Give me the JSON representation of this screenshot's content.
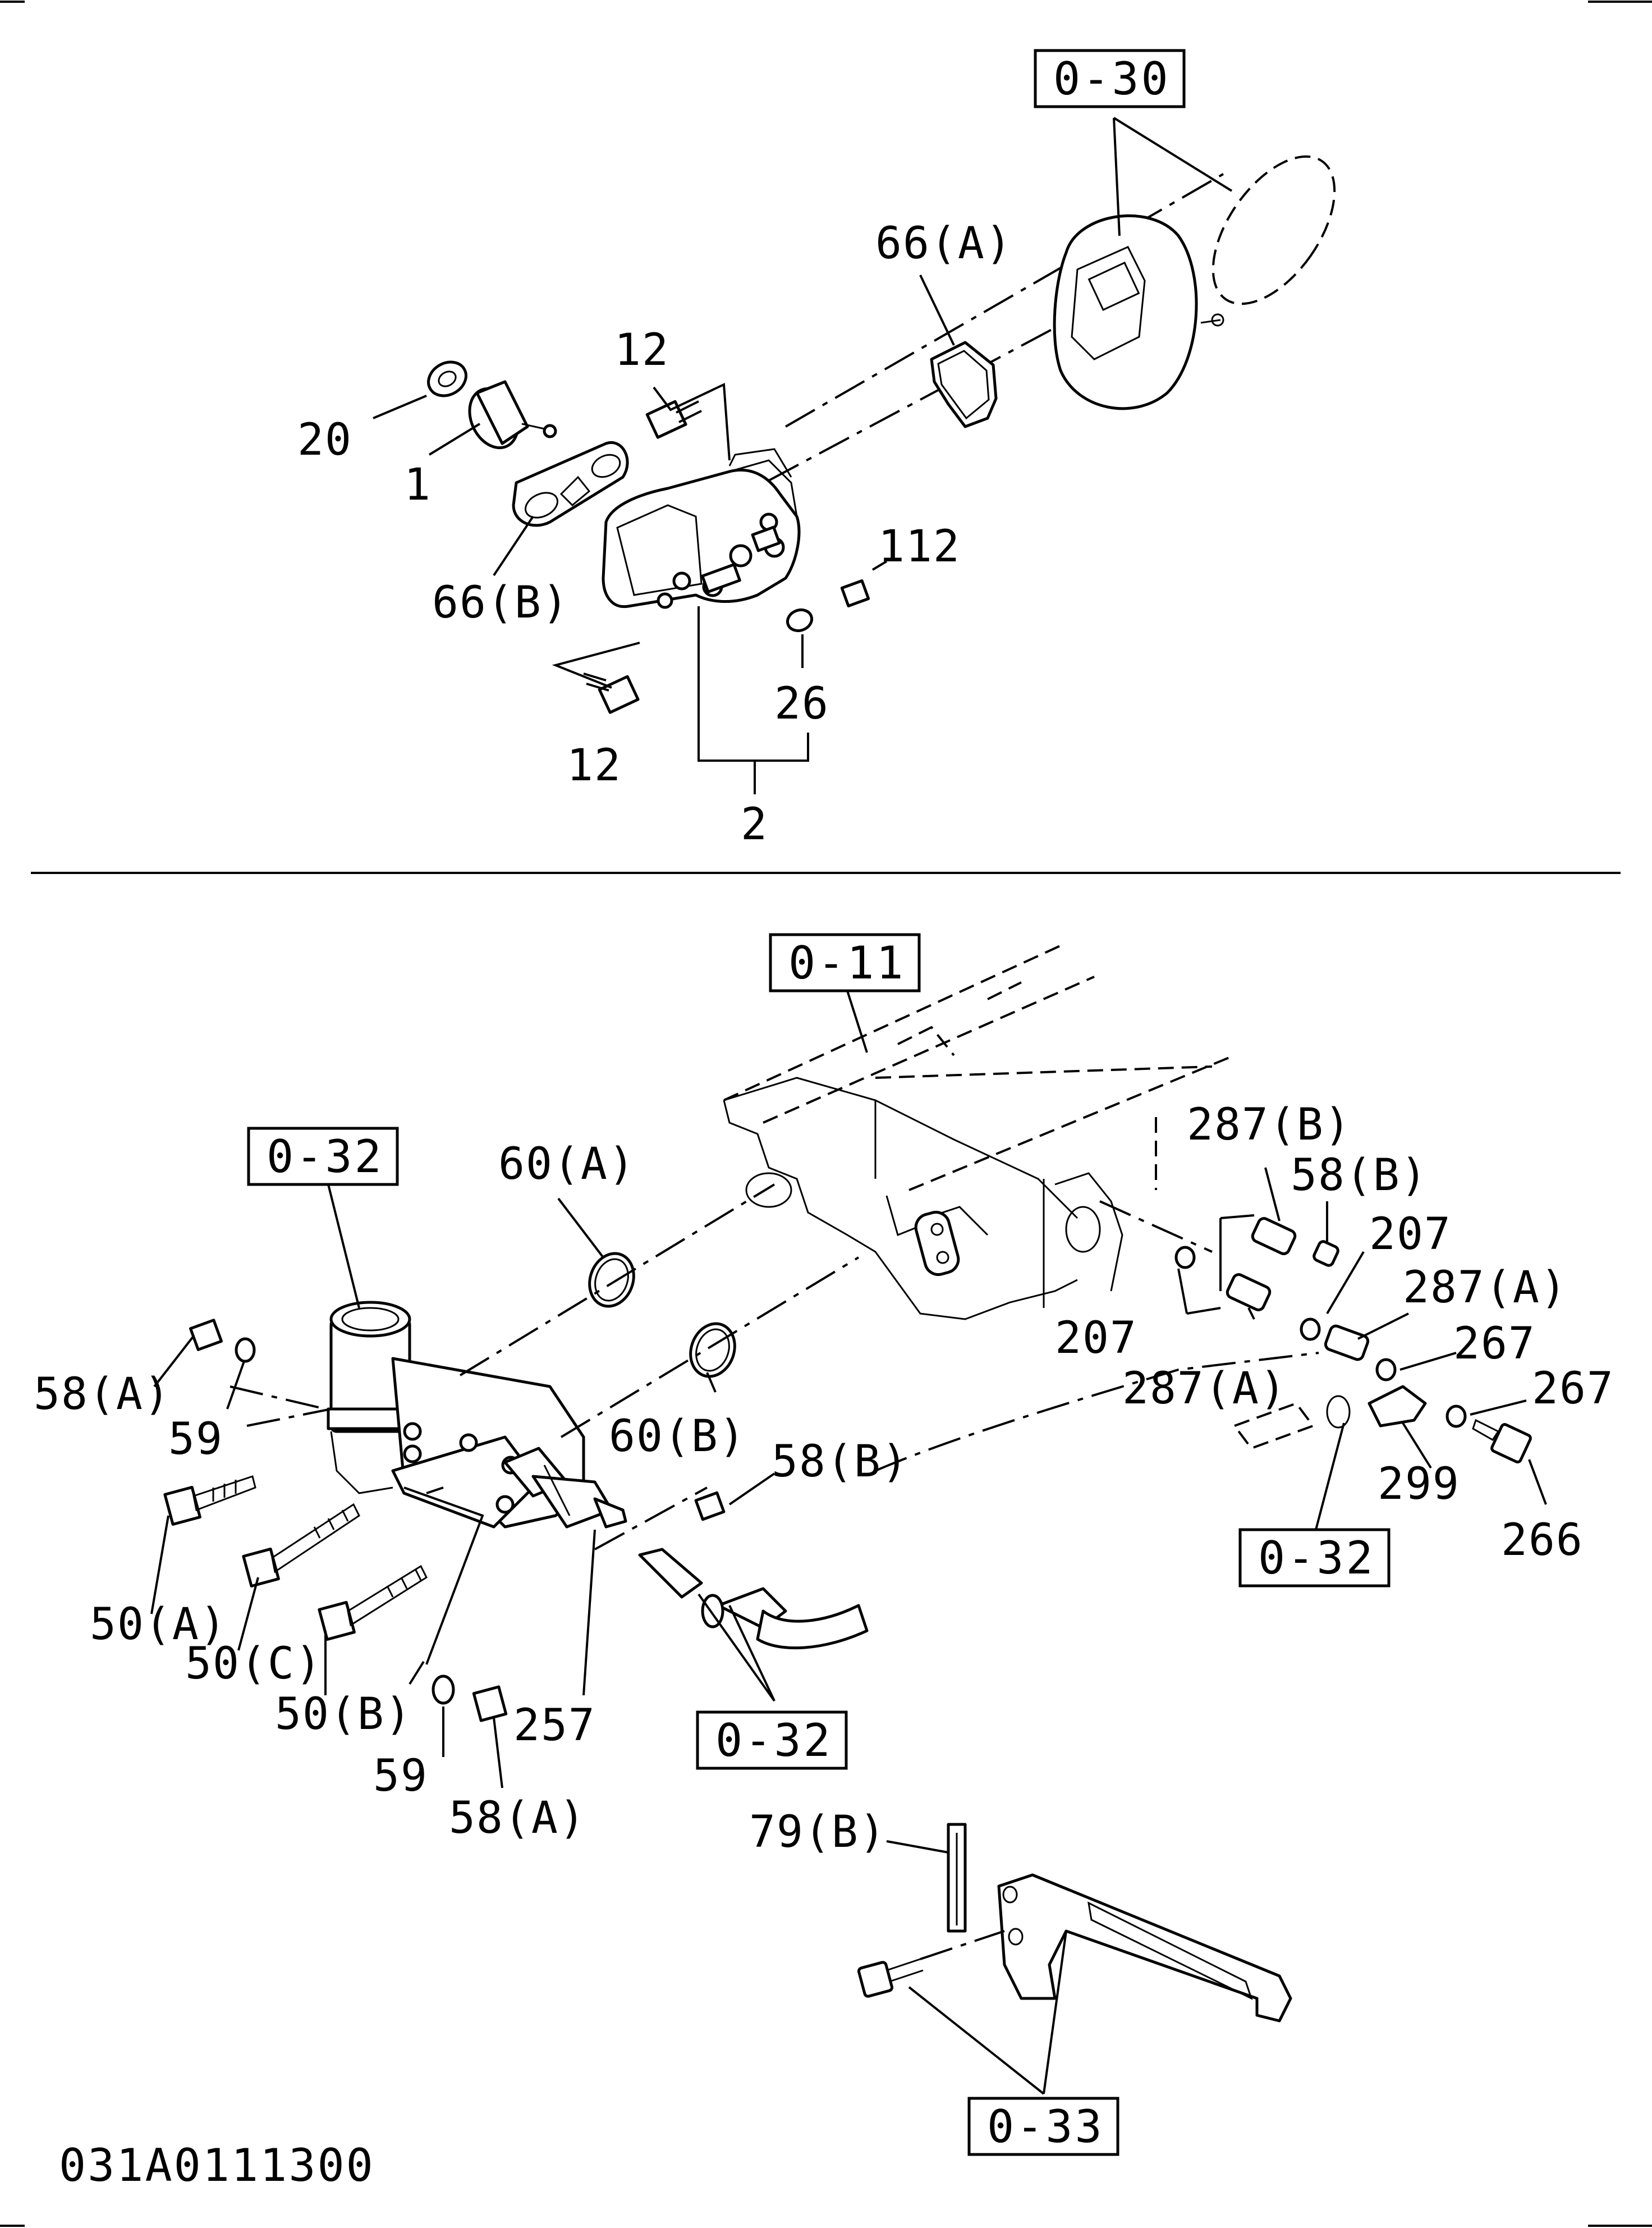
{
  "figure_code": "031A0111300",
  "upper": {
    "ref_box": "0-30",
    "labels": {
      "p66a": "66(A)",
      "p12_top": "12",
      "p20": "20",
      "p1": "1",
      "p112": "112",
      "p66b": "66(B)",
      "p26": "26",
      "p12_bottom": "12",
      "p2": "2"
    }
  },
  "lower": {
    "ref_boxes": {
      "r011": "0-11",
      "r032_left": "0-32",
      "r032_right": "0-32",
      "r032_bottom": "0-32",
      "r033": "0-33"
    },
    "labels": {
      "p287b": "287(B)",
      "p58b_top": "58(B)",
      "p60a": "60(A)",
      "p207_right": "207",
      "p287a_right": "287(A)",
      "p207_left": "207",
      "p267_upper": "267",
      "p287a_left": "287(A)",
      "p267_lower": "267",
      "p58a_left": "58(A)",
      "p59_left": "59",
      "p60b": "60(B)",
      "p58b_mid": "58(B)",
      "p299": "299",
      "p266": "266",
      "p50a": "50(A)",
      "p50c": "50(C)",
      "p50b": "50(B)",
      "p257": "257",
      "p59_bottom": "59",
      "p58a_bottom": "58(A)",
      "p79b": "79(B)"
    }
  }
}
